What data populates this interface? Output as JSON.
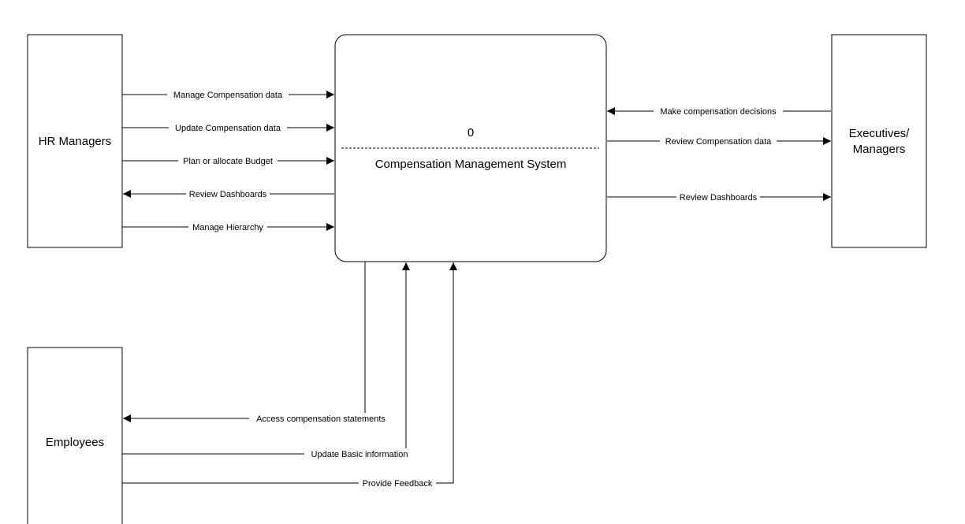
{
  "entities": {
    "hr": "HR Managers",
    "exec_line1": "Executives/",
    "exec_line2": "Managers",
    "employees": "Employees"
  },
  "process": {
    "number": "0",
    "name": "Compensation Management System"
  },
  "flows": {
    "manage_comp": "Manage Compensation data",
    "update_comp": "Update Compensation data",
    "plan_budget": "Plan or allocate Budget",
    "review_dash_hr": "Review Dashboards",
    "manage_hier": "Manage Hierarchy",
    "make_decisions": "Make compensation decisions",
    "review_comp_exec": "Review Compensation data",
    "review_dash_exec": "Review Dashboards",
    "access_statements": "Access compensation statements",
    "update_basic": "Update Basic information",
    "provide_feedback": "Provide Feedback"
  }
}
